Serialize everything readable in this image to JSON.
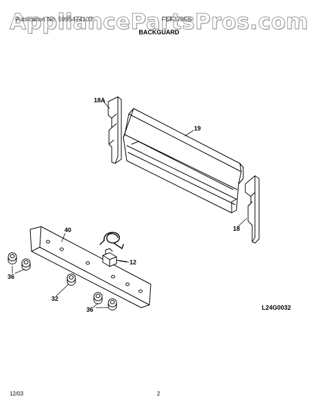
{
  "watermark": "AppliancePartsPros.com",
  "header": {
    "publication": "Publication No. 5995474103",
    "model": "FEF379ES"
  },
  "section_title": "BACKGUARD",
  "parts": {
    "p18a": "18A",
    "p19": "19",
    "p18": "18",
    "p40": "40",
    "p12": "12",
    "p36a": "36",
    "p32": "32",
    "p36b": "36"
  },
  "diagram_code": "L24G0032",
  "footer": {
    "date": "12/03",
    "page": "2"
  }
}
